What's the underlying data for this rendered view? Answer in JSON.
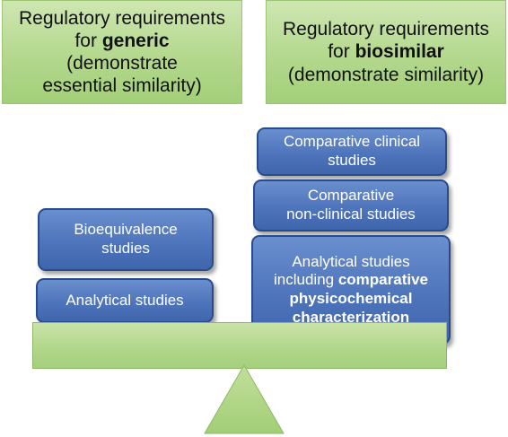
{
  "headers": {
    "generic": {
      "line1": "Regulatory requirements",
      "line2_prefix": "for ",
      "line2_bold": "generic",
      "line3": "(demonstrate",
      "line4": "essential similarity)"
    },
    "biosimilar": {
      "line1": "Regulatory requirements",
      "line2_prefix": "for ",
      "line2_bold": "biosimilar",
      "line3": "(demonstrate similarity)"
    }
  },
  "generic_stack": [
    {
      "lines": [
        "Bioequivalence",
        "studies"
      ]
    },
    {
      "lines": [
        "Analytical studies"
      ]
    }
  ],
  "biosimilar_stack": [
    {
      "lines": [
        "Comparative clinical",
        "studies"
      ]
    },
    {
      "lines": [
        "Comparative",
        "non-clinical studies"
      ]
    },
    {
      "line1": "Analytical studies",
      "line2_prefix": "including ",
      "line2_bold": "comparative",
      "line3_bold": "physicochemical",
      "line4_bold": "characterization"
    }
  ],
  "colors": {
    "header_green": "#b3d88d",
    "box_blue": "#4e74bb",
    "box_border": "#284b8e",
    "beam_green": "#b1d68a"
  }
}
